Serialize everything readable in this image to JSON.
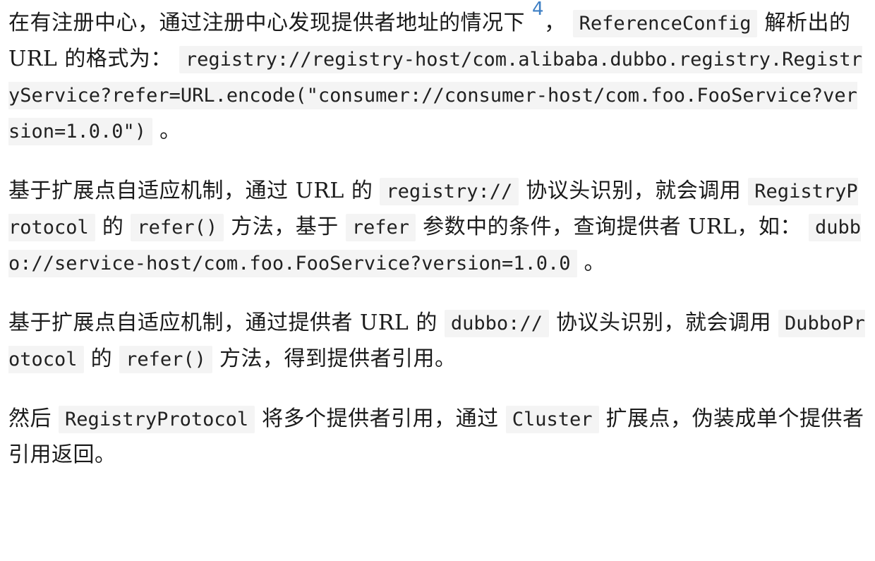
{
  "colors": {
    "page_background": "#ffffff",
    "body_text": "#1b1b1b",
    "inline_code_background": "#f4f4f4",
    "inline_code_text": "#212121",
    "footnote_link_blue": "#3e7fc4"
  },
  "document": {
    "language": "zh",
    "paragraphs": [
      {
        "segments": [
          {
            "type": "text",
            "content": "在有注册中心，通过注册中心发现提供者地址的情况下 "
          },
          {
            "type": "footnote",
            "content": "4"
          },
          {
            "type": "text",
            "content": "， "
          },
          {
            "type": "code",
            "content": "ReferenceConfig"
          },
          {
            "type": "text",
            "content": " 解析出的 URL 的格式为： "
          },
          {
            "type": "code",
            "content": "registry://registry-host/com.alibaba.dubbo.registry.RegistryService?refer=URL.encode(\"consumer://consumer-host/com.foo.FooService?version=1.0.0\")"
          },
          {
            "type": "text",
            "content": " 。"
          }
        ]
      },
      {
        "segments": [
          {
            "type": "text",
            "content": "基于扩展点自适应机制，通过 URL 的 "
          },
          {
            "type": "code",
            "content": "registry://"
          },
          {
            "type": "text",
            "content": " 协议头识别，就会调用 "
          },
          {
            "type": "code",
            "content": "RegistryProtocol"
          },
          {
            "type": "text",
            "content": " 的 "
          },
          {
            "type": "code",
            "content": "refer()"
          },
          {
            "type": "text",
            "content": " 方法，基于 "
          },
          {
            "type": "code",
            "content": "refer"
          },
          {
            "type": "text",
            "content": " 参数中的条件，查询提供者 URL，如： "
          },
          {
            "type": "code",
            "content": "dubbo://service-host/com.foo.FooService?version=1.0.0"
          },
          {
            "type": "text",
            "content": " 。"
          }
        ]
      },
      {
        "segments": [
          {
            "type": "text",
            "content": "基于扩展点自适应机制，通过提供者 URL 的 "
          },
          {
            "type": "code",
            "content": "dubbo://"
          },
          {
            "type": "text",
            "content": " 协议头识别，就会调用 "
          },
          {
            "type": "code",
            "content": "DubboProtocol"
          },
          {
            "type": "text",
            "content": " 的 "
          },
          {
            "type": "code",
            "content": "refer()"
          },
          {
            "type": "text",
            "content": " 方法，得到提供者引用。"
          }
        ]
      },
      {
        "segments": [
          {
            "type": "text",
            "content": "然后 "
          },
          {
            "type": "code",
            "content": "RegistryProtocol"
          },
          {
            "type": "text",
            "content": " 将多个提供者引用，通过 "
          },
          {
            "type": "code",
            "content": "Cluster"
          },
          {
            "type": "text",
            "content": " 扩展点，伪装成单个提供者引用返回。"
          }
        ]
      }
    ]
  }
}
